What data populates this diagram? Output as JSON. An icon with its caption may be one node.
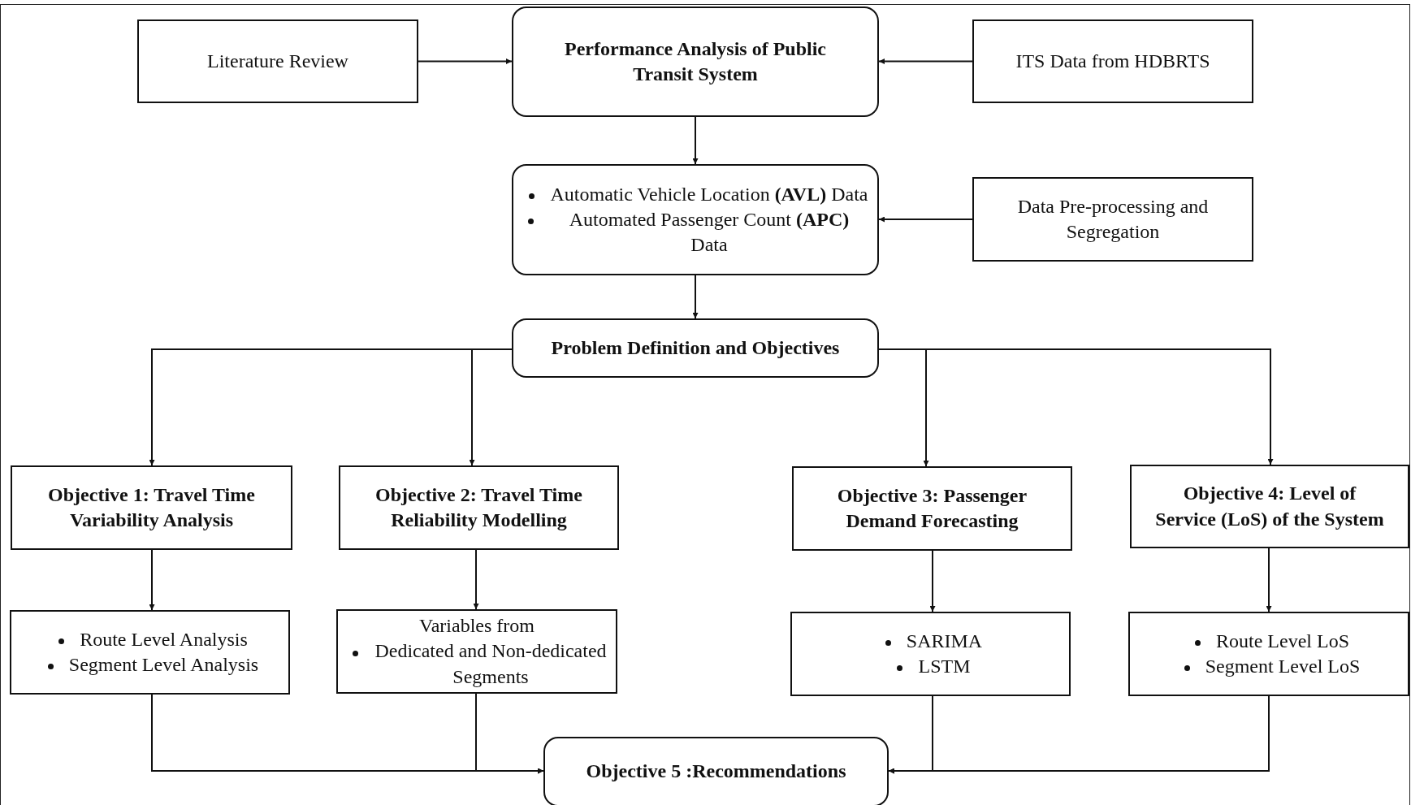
{
  "diagram": {
    "nodes": [
      {
        "text": [
          "Literature Review"
        ]
      },
      {
        "text": [
          "Performance Analysis of Public Transit System"
        ]
      },
      {
        "text": [
          "ITS Data from HDBRTS"
        ]
      },
      {
        "text": [
          "Automatic Vehicle Location **(AVL)** Data",
          "Automated Passenger Count **(APC)** Data"
        ]
      },
      {
        "text": [
          "Data Pre-processing and Segregation"
        ]
      },
      {
        "text": [
          "Problem Definition and Objectives"
        ]
      },
      {
        "text": [
          "Objective 1: Travel Time Variability Analysis"
        ]
      },
      {
        "text": [
          "Objective 2: Travel Time Reliability Modelling"
        ]
      },
      {
        "text": [
          "Objective 3: Passenger Demand Forecasting"
        ]
      },
      {
        "text": [
          "Objective 4: Level of Service (LoS) of the System"
        ]
      },
      {
        "text": [
          "Route Level Analysis",
          "Segment Level Analysis"
        ]
      },
      {
        "text": [
          "Variables from",
          "Dedicated and Non-dedicated Segments"
        ]
      },
      {
        "text": [
          "SARIMA",
          "LSTM"
        ]
      },
      {
        "text": [
          "Route Level LoS",
          "Segment Level LoS"
        ]
      },
      {
        "text": [
          "Objective 5 :Recommendations"
        ]
      }
    ],
    "edges": [
      {
        "from": 0,
        "to": 1,
        "arrow": "to"
      },
      {
        "from": 2,
        "to": 1,
        "arrow": "to"
      },
      {
        "from": 1,
        "to": 3,
        "arrow": "to"
      },
      {
        "from": 4,
        "to": 3,
        "arrow": "to"
      },
      {
        "from": 3,
        "to": 5,
        "arrow": "to"
      },
      {
        "from": 5,
        "to": 6,
        "arrow": "to"
      },
      {
        "from": 5,
        "to": 7,
        "arrow": "to"
      },
      {
        "from": 5,
        "to": 8,
        "arrow": "to"
      },
      {
        "from": 5,
        "to": 9,
        "arrow": "to"
      },
      {
        "from": 6,
        "to": 10,
        "arrow": "to"
      },
      {
        "from": 7,
        "to": 11,
        "arrow": "to"
      },
      {
        "from": 8,
        "to": 12,
        "arrow": "to"
      },
      {
        "from": 9,
        "to": 13,
        "arrow": "to"
      },
      {
        "from": 10,
        "to": 14,
        "arrow": "to"
      },
      {
        "from": 11,
        "to": 14,
        "arrow": "to"
      },
      {
        "from": 12,
        "to": 14,
        "arrow": "to"
      },
      {
        "from": 13,
        "to": 14,
        "arrow": "to"
      }
    ]
  }
}
